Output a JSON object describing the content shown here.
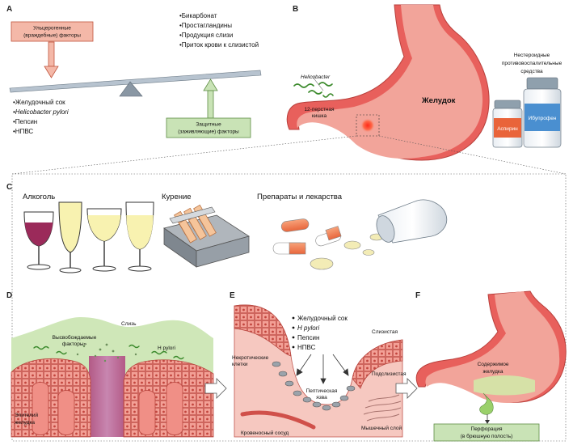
{
  "panels": {
    "a": "A",
    "b": "B",
    "c": "C",
    "d": "D",
    "e": "E",
    "f": "F"
  },
  "panel_a": {
    "ulcer_factors": [
      "Ульцерогенные",
      "(враждебные) факторы"
    ],
    "protective_list": [
      "•Бикарбонат",
      "•Простагландины",
      "•Продукция слизи",
      "•Приток крови к слизистой"
    ],
    "aggressive_list": [
      "•Желудочный сок",
      "•Helicobacter pylori",
      "•Пепсин",
      "•НПВС"
    ],
    "protective_factors": [
      "Защитные",
      "(заживляющие) факторы"
    ]
  },
  "panel_b": {
    "helicobacter": "Helicobacter",
    "duodenum": [
      "12-перстная",
      "кишка"
    ],
    "stomach": "Желудок",
    "nsaid": [
      "Нестероидные",
      "противовоспалительные",
      "средства"
    ],
    "aspirin": "Аспирин",
    "ibuprofen": "Ибупрофен"
  },
  "panel_c": {
    "alcohol": "Алкоголь",
    "smoking": "Курение",
    "drugs": "Препараты и лекарства"
  },
  "panel_d": {
    "mucus": "Слизь",
    "released": [
      "Высвобождаемые",
      "факторы»"
    ],
    "hpylori": "H pylori",
    "epithelium": [
      "Эпителий",
      "желудка"
    ]
  },
  "panel_e": {
    "list": [
      "Желудочный сок",
      "H pylori",
      "Пепсин",
      "НПВС"
    ],
    "mucosa": "Слизистая",
    "submucosa": "Подслизистая",
    "necrotic": [
      "Некротические",
      "клетки"
    ],
    "ulcer": [
      "Пептическая",
      "язва"
    ],
    "muscle": "Мышечный слой",
    "vessel": "Кровеносный сосуд"
  },
  "panel_f": {
    "contents": [
      "Содержимое",
      "желудка"
    ],
    "perforation": [
      "Перфорация",
      "(в брюшную полость)"
    ]
  },
  "colors": {
    "stomach": "#e8605c",
    "mucosa": "#f2a49a",
    "mucus_green": "#cfe7b8",
    "pink_box": "#f4b8a8",
    "green_box": "#c9e3b6",
    "wine": "#9b2a5a",
    "white_wine": "#f8f2b0"
  }
}
